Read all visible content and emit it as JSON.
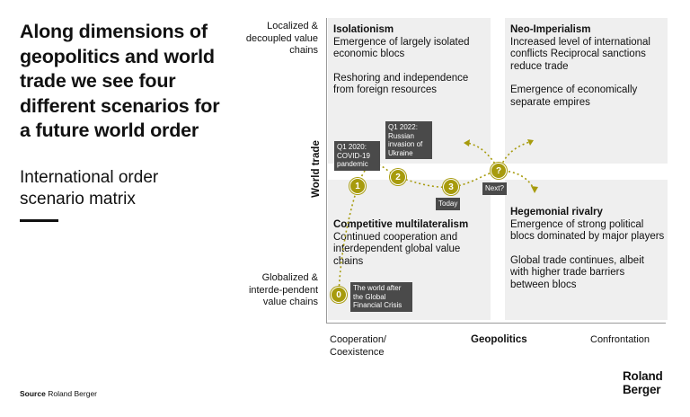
{
  "title": "Along dimensions of geopolitics and world trade we see four different scenarios for a future world order",
  "subtitle": "International order scenario matrix",
  "source": {
    "label": "Source",
    "value": "Roland Berger"
  },
  "brand": {
    "line1": "Roland",
    "line2": "Berger"
  },
  "y_axis": {
    "title": "World trade",
    "top_label": "Localized & decoupled value chains",
    "bottom_label": "Globalized & interde-pendent value chains"
  },
  "x_axis": {
    "title": "Geopolitics",
    "left_label": "Cooperation/ Coexistence",
    "right_label": "Confrontation"
  },
  "quadrants": {
    "top_left": {
      "title": "Isolationism",
      "p1": "Emergence of largely isolated economic blocs",
      "p2": "Reshoring and independence from foreign resources"
    },
    "top_right": {
      "title": "Neo-Imperialism",
      "p1": "Increased level of international conflicts Reciprocal sanctions reduce trade",
      "p2": "Emergence of economically separate empires"
    },
    "bottom_left": {
      "title": "Competitive multilateralism",
      "p1": "Continued cooperation and interdependent global value chains"
    },
    "bottom_right": {
      "title": "Hegemonial rivalry",
      "p1": "Emergence of strong political blocs dominated by major players",
      "p2": "Global trade continues, albeit with higher trade barriers between blocs"
    }
  },
  "markers": {
    "m0": "0",
    "m1": "1",
    "m2": "2",
    "m3": "3",
    "next": "?"
  },
  "events": {
    "gfc": "The world after the Global Financial Crisis",
    "covid": "Q1 2020: COVID-19 pandemic",
    "russia": "Q1 2022: Russian invasion of Ukraine",
    "today": "Today",
    "next": "Next?"
  },
  "colors": {
    "accent": "#a79b0d",
    "quadrant_bg": "#efefef",
    "tag_bg": "#4a4a4a"
  }
}
